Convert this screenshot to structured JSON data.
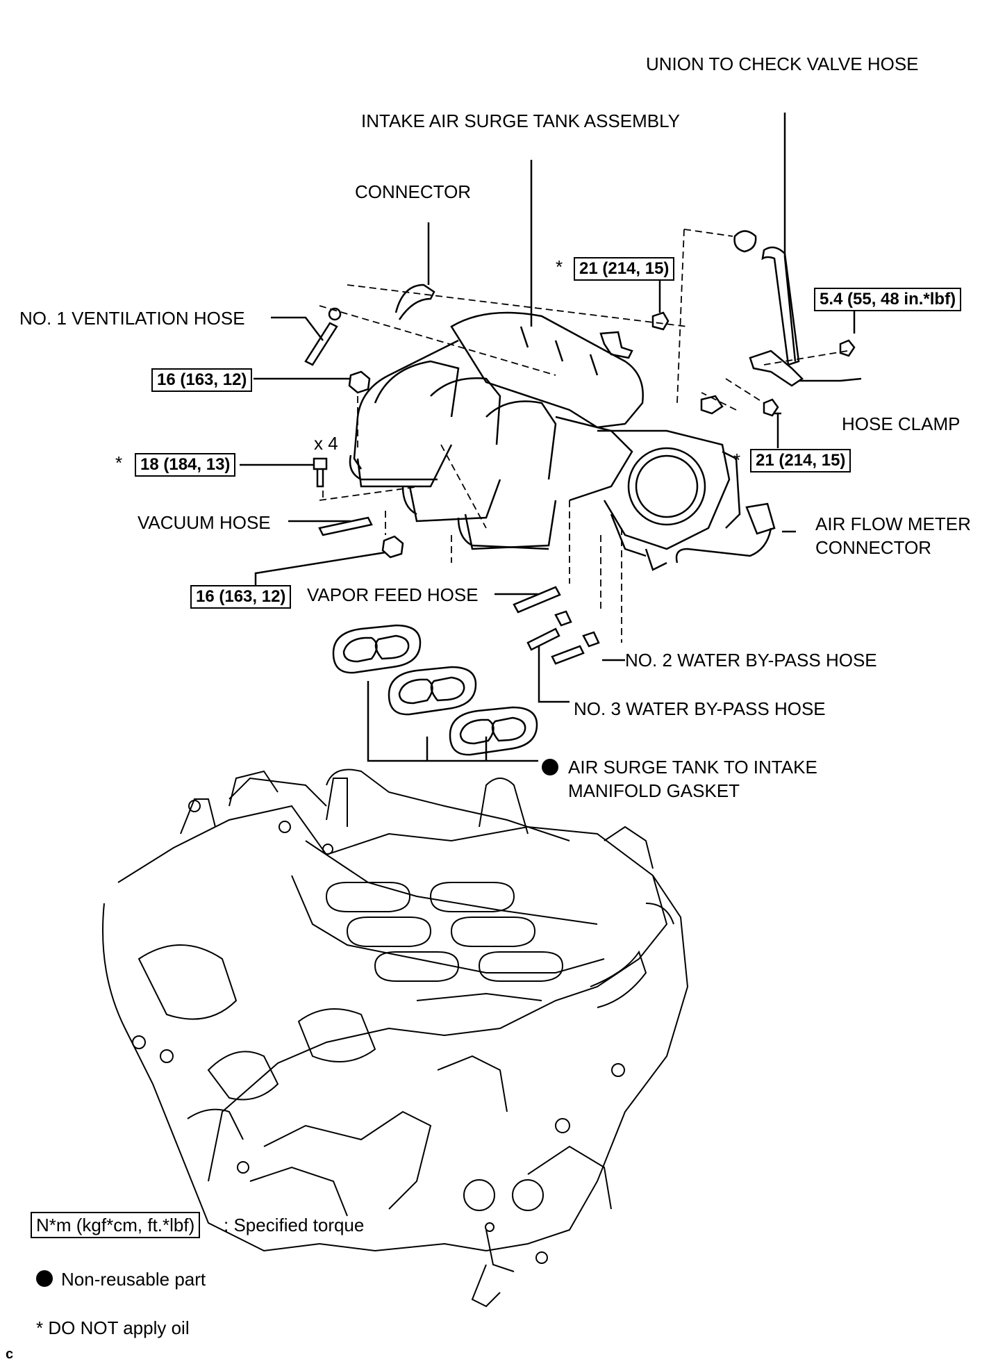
{
  "labels": {
    "union_hose": "UNION TO CHECK VALVE HOSE",
    "surge_tank": "INTAKE AIR SURGE TANK ASSEMBLY",
    "connector": "CONNECTOR",
    "vent_hose": "NO. 1 VENTILATION HOSE",
    "hose_clamp": "HOSE CLAMP",
    "x4": "x 4",
    "vacuum_hose": "VACUUM HOSE",
    "afm_line1": "AIR FLOW METER",
    "afm_line2": "CONNECTOR",
    "vapor_hose": "VAPOR FEED HOSE",
    "no2_water": "NO. 2 WATER BY-PASS HOSE",
    "no3_water": "NO. 3 WATER BY-PASS HOSE",
    "gasket_line1": "AIR SURGE TANK TO INTAKE",
    "gasket_line2": "MANIFOLD GASKET"
  },
  "torques": {
    "t21_top": "21 (214, 15)",
    "t54": "5.4 (55, 48 in.*lbf)",
    "t16_upper": "16 (163, 12)",
    "t18": "18 (184, 13)",
    "t21_right": "21 (214, 15)",
    "t16_lower": "16 (163, 12)"
  },
  "marks": {
    "asterisk": "*"
  },
  "legend": {
    "torque_box": "N*m (kgf*cm, ft.*lbf)",
    "torque_desc": ": Specified torque",
    "nonreusable": "Non-reusable part",
    "no_oil": "* DO NOT apply oil"
  },
  "corner_mark": "c",
  "icons": {
    "nonreusable_mark": "filled-circle-icon"
  }
}
